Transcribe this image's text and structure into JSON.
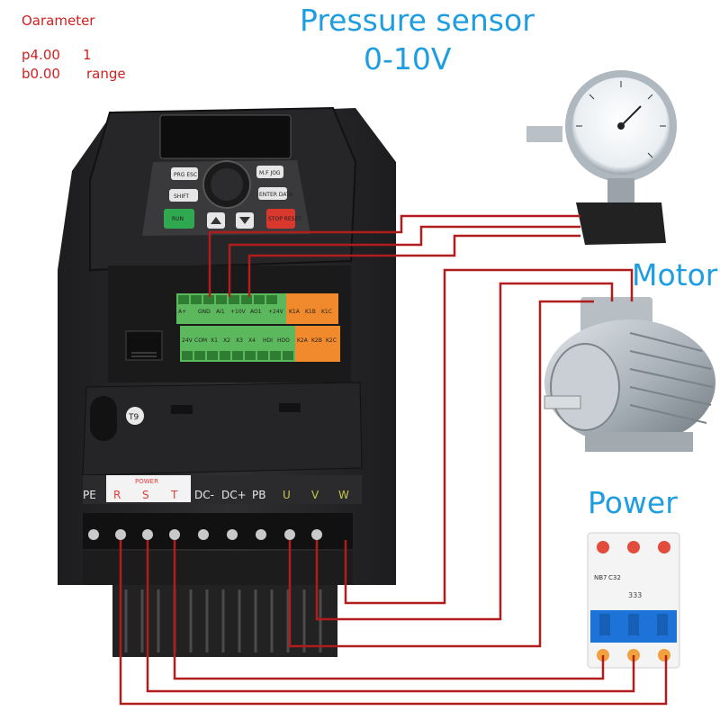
{
  "parameters": {
    "heading": "Oarameter",
    "rows": [
      {
        "code": "p4.00",
        "value": "1"
      },
      {
        "code": "b0.00",
        "value": "range"
      }
    ]
  },
  "labels": {
    "sensor_title": "Pressure sensor",
    "sensor_range": "0-10V",
    "motor": "Motor",
    "power": "Power"
  },
  "keypad": {
    "prog": "PRG ESC",
    "multi": "M.F JOG",
    "shift": "SHIFT",
    "enter": "ENTER DATA",
    "run": "RUN",
    "stop": "STOP RESET"
  },
  "control_terminals": {
    "top_row": [
      "A+",
      "GND",
      "AI1",
      "+10V",
      "AO1",
      "+24V",
      "K1A",
      "K1B",
      "K1C"
    ],
    "bottom_row": [
      "24V",
      "COM",
      "X1",
      "X2",
      "X3",
      "X4",
      "HDI",
      "HDO",
      "K2A",
      "K2B",
      "K2C"
    ]
  },
  "cover_mark": "T9",
  "power_header": "POWER",
  "power_terminals": [
    "PE",
    "R",
    "S",
    "T",
    "DC-",
    "DC+",
    "PB",
    "U",
    "V",
    "W"
  ],
  "breaker": {
    "model": "NB7",
    "rating": "C32",
    "code": "333"
  },
  "colors": {
    "param_red": "#d21f1f",
    "label_blue": "#1e9ee0",
    "wire": "#b11d1d",
    "terminal_green": "#5cb85c",
    "terminal_orange": "#f08a2c",
    "drive_body": "#2a2a2c",
    "breaker_blue": "#1e73d8"
  }
}
